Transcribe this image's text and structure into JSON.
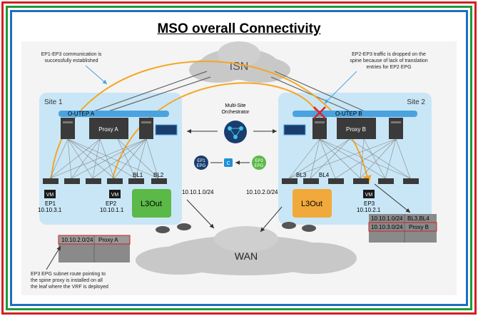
{
  "title": "MSO overall Connectivity",
  "isn": "ISN",
  "wan": "WAN",
  "orchestrator": {
    "line1": "Multi-Site",
    "line2": "Orchestrator"
  },
  "site1": {
    "label": "Site 1",
    "outep": "O-UTEP A",
    "proxy": "Proxy A",
    "bl1": "BL1",
    "bl2": "BL2",
    "l3out": "L3Out",
    "subnet": "10.10.1.0/24",
    "ep1": {
      "vm": "VM",
      "name": "EP1",
      "ip": "10.10.3.1"
    },
    "ep2": {
      "vm": "VM",
      "name": "EP2",
      "ip": "10.10.1.1"
    },
    "route_table": {
      "subnet": "10.10.2.0/24",
      "next_hop": "Proxy A"
    }
  },
  "site2": {
    "label": "Site 2",
    "outep": "O-UTEP B",
    "proxy": "Proxy B",
    "bl3": "BL3",
    "bl4": "BL4",
    "l3out": "L3Out",
    "subnet": "10.10.2.0/24",
    "ep3": {
      "vm": "VM",
      "name": "EP3",
      "ip": "10.10.2.1"
    },
    "route_table": {
      "row1_subnet": "10.10.1.0/24",
      "row1_next_hop": "BL3,BL4",
      "row2_subnet": "10.10.3.0/24",
      "row2_next_hop": "Proxy B"
    }
  },
  "contract": {
    "ep1": "EP1",
    "ep3": "EP3",
    "epg": "EPG",
    "c": "C"
  },
  "notes": {
    "top_left": [
      "EP1-EP3 communication is",
      "successfully established"
    ],
    "top_right": [
      "EP2-EP3 traffic is dropped on the",
      "spine because of lack of translation",
      "entries for EP2 EPG"
    ],
    "bottom_left": [
      "EP3 EPG subnet route pointing to",
      "the spine proxy is installed on all",
      "the leaf where the VRF is deployed"
    ]
  },
  "colors": {
    "orange_path": "#f5a623",
    "site_bg": "#c9e6f6",
    "l3out_bg": "#f2a93b",
    "frame_red": "#d21f26",
    "frame_green": "#1f9a3a",
    "frame_blue": "#1c6fc4",
    "drop_x": "#e02020"
  }
}
